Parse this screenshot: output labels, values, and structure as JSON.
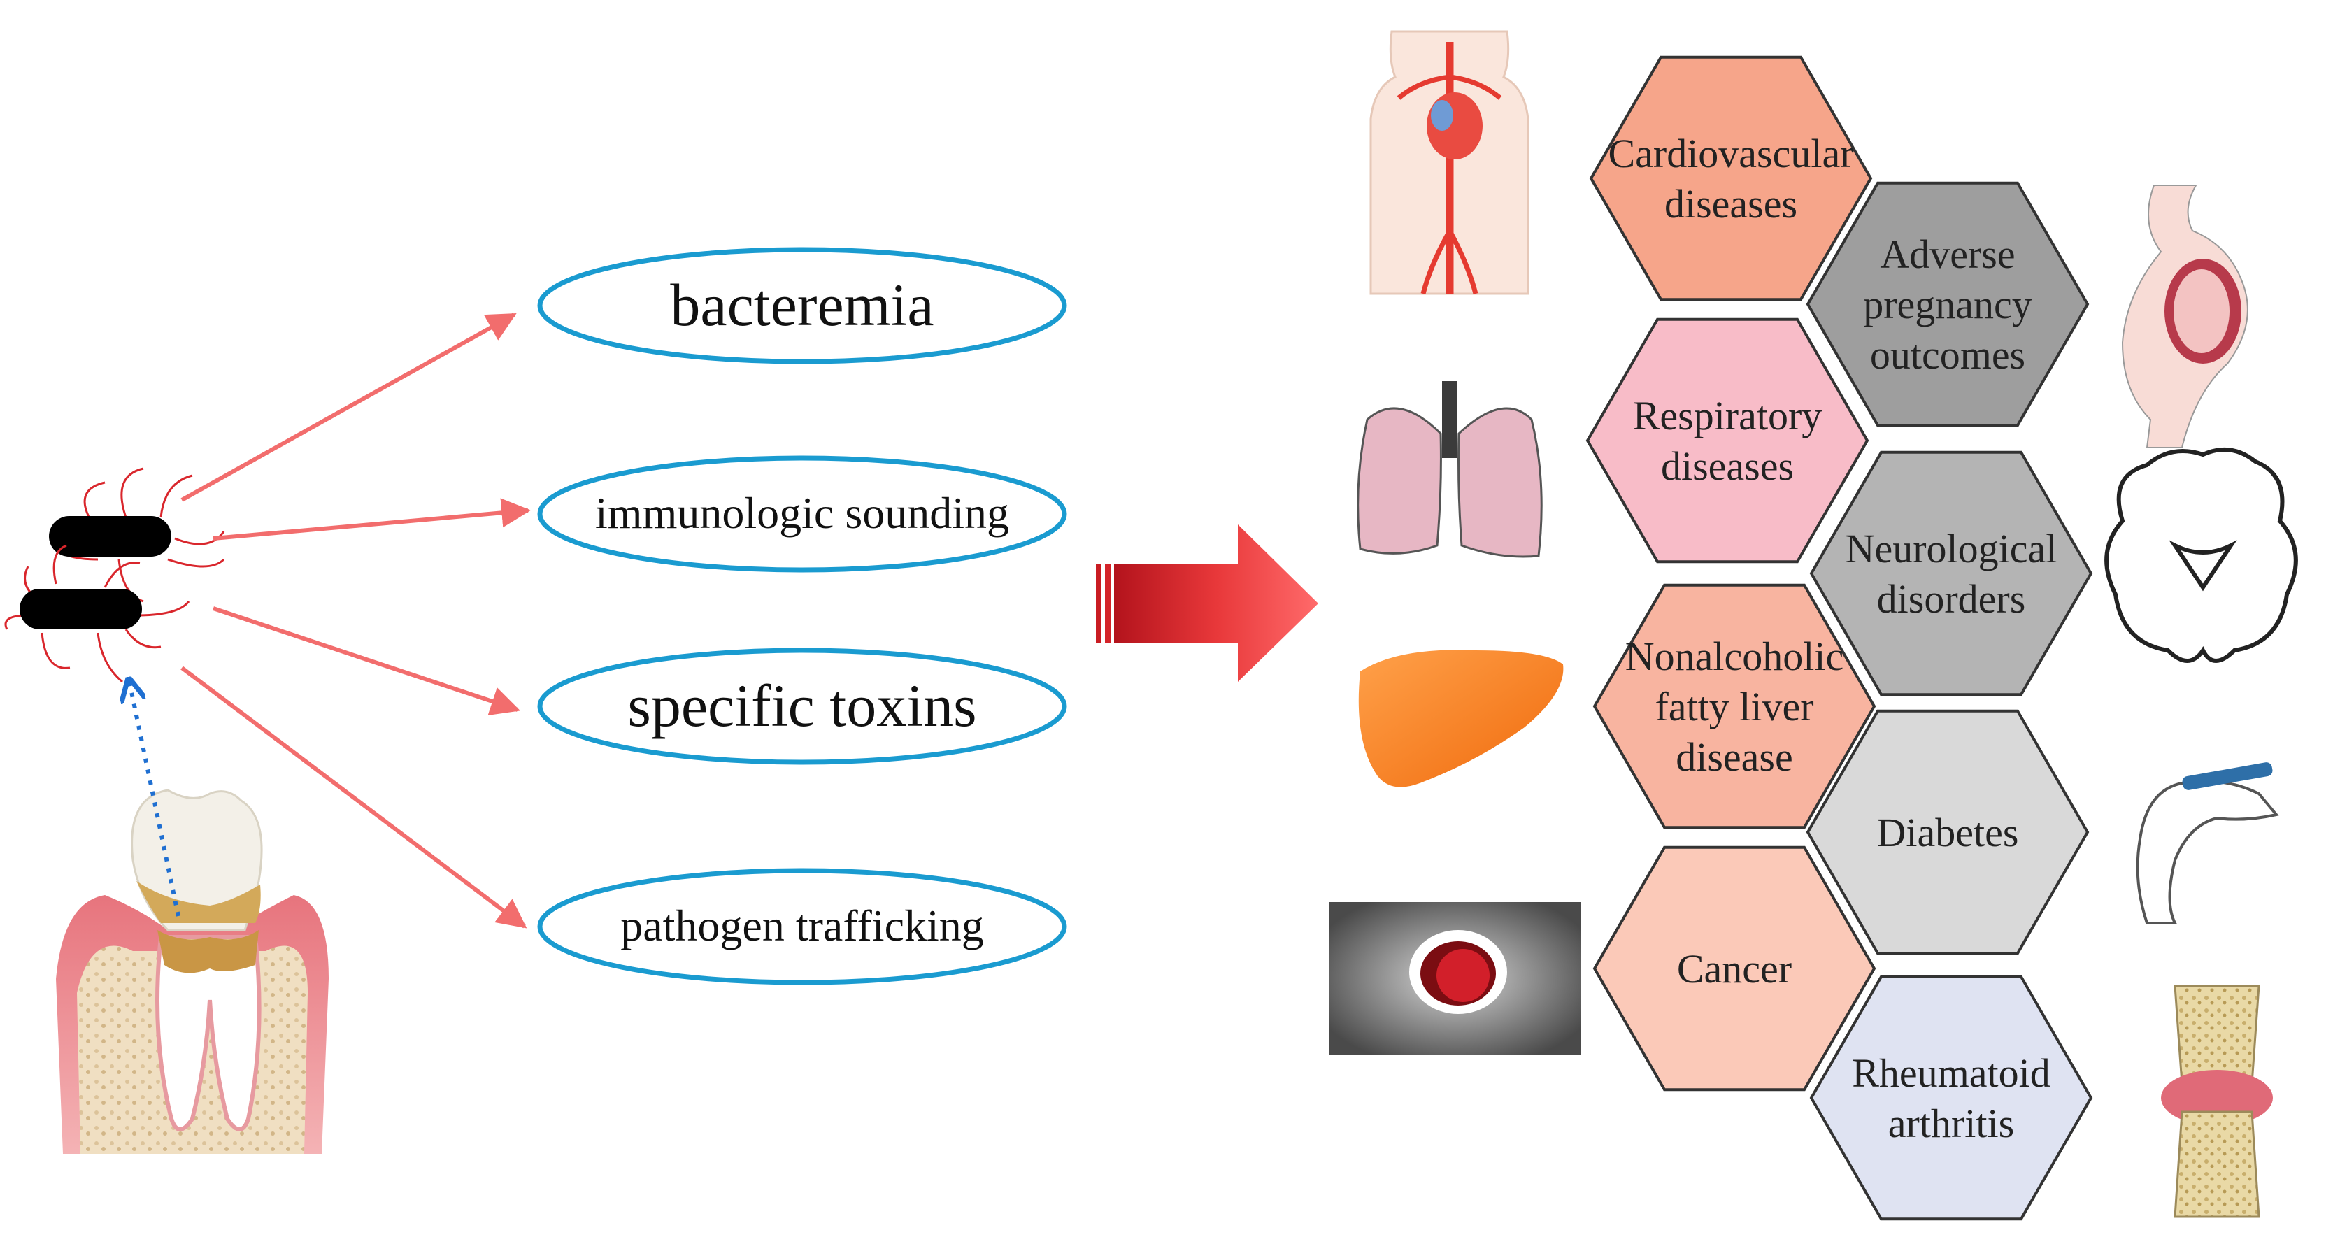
{
  "mechanisms": [
    {
      "label": "bacteremia"
    },
    {
      "label": "immunologic sounding"
    },
    {
      "label": "specific toxins"
    },
    {
      "label": "pathogen trafficking"
    }
  ],
  "diseases": [
    {
      "lines": [
        "Cardiovascular",
        "diseases"
      ],
      "color": "#f6a58a"
    },
    {
      "lines": [
        "Adverse",
        "pregnancy",
        "outcomes"
      ],
      "color": "#9e9e9e"
    },
    {
      "lines": [
        "Respiratory",
        "diseases"
      ],
      "color": "#f8bcc8"
    },
    {
      "lines": [
        "Neurological",
        "disorders"
      ],
      "color": "#b4b4b4"
    },
    {
      "lines": [
        "Nonalcoholic",
        "fatty liver",
        "disease"
      ],
      "color": "#f8b4a0"
    },
    {
      "lines": [
        "Diabetes"
      ],
      "color": "#d9d9d9"
    },
    {
      "lines": [
        "Cancer"
      ],
      "color": "#fbc9b8"
    },
    {
      "lines": [
        "Rheumatoid",
        "arthritis"
      ],
      "color": "#dfe3f2"
    }
  ],
  "icons": [
    "tooth-icon",
    "bacteria-icon",
    "heart-vessels-icon",
    "lungs-icon",
    "liver-icon",
    "mouth-cancer-icon",
    "pregnancy-icon",
    "brain-icon",
    "insulin-pen-icon",
    "joint-icon"
  ],
  "colors": {
    "arrow": "#f26d6d",
    "ellipse_stroke": "#1a9bd0",
    "dotted_arrow": "#1f6fd1",
    "big_arrow": "#e0262a"
  }
}
